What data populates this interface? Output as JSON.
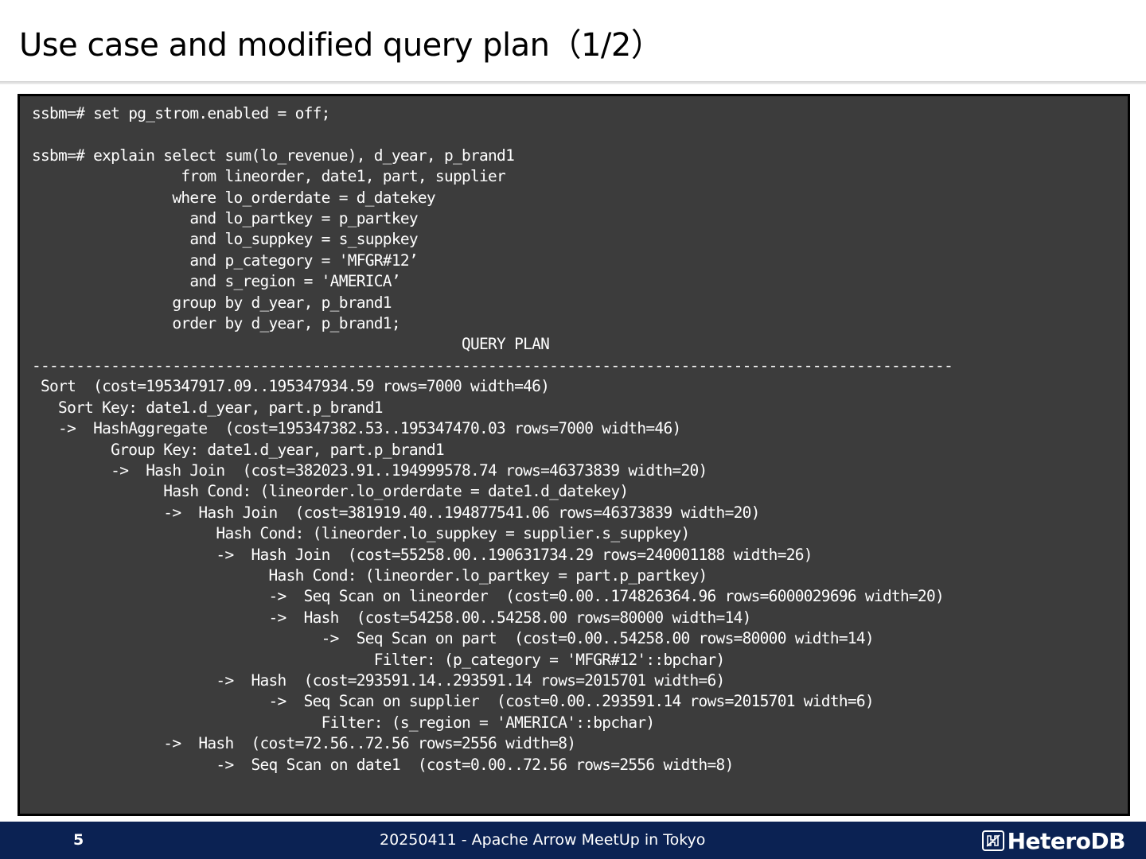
{
  "slide": {
    "title": "Use case and modified query plan（1/2）",
    "page_number": "5",
    "footer_text": "20250411 - Apache Arrow MeetUp in Tokyo",
    "logo_text": "HeteroDB",
    "logo_icon": "heterodb-logo-icon"
  },
  "terminal": {
    "lines": [
      "ssbm=# set pg_strom.enabled = off;",
      "",
      "ssbm=# explain select sum(lo_revenue), d_year, p_brand1",
      "                 from lineorder, date1, part, supplier",
      "                where lo_orderdate = d_datekey",
      "                  and lo_partkey = p_partkey",
      "                  and lo_suppkey = s_suppkey",
      "                  and p_category = 'MFGR#12’",
      "                  and s_region = 'AMERICA’",
      "                group by d_year, p_brand1",
      "                order by d_year, p_brand1;",
      "                                                 QUERY PLAN",
      "---------------------------------------------------------------------------------------------------------",
      " Sort  (cost=195347917.09..195347934.59 rows=7000 width=46)",
      "   Sort Key: date1.d_year, part.p_brand1",
      "   ->  HashAggregate  (cost=195347382.53..195347470.03 rows=7000 width=46)",
      "         Group Key: date1.d_year, part.p_brand1",
      "         ->  Hash Join  (cost=382023.91..194999578.74 rows=46373839 width=20)",
      "               Hash Cond: (lineorder.lo_orderdate = date1.d_datekey)",
      "               ->  Hash Join  (cost=381919.40..194877541.06 rows=46373839 width=20)",
      "                     Hash Cond: (lineorder.lo_suppkey = supplier.s_suppkey)",
      "                     ->  Hash Join  (cost=55258.00..190631734.29 rows=240001188 width=26)",
      "                           Hash Cond: (lineorder.lo_partkey = part.p_partkey)",
      "                           ->  Seq Scan on lineorder  (cost=0.00..174826364.96 rows=6000029696 width=20)",
      "                           ->  Hash  (cost=54258.00..54258.00 rows=80000 width=14)",
      "                                 ->  Seq Scan on part  (cost=0.00..54258.00 rows=80000 width=14)",
      "                                       Filter: (p_category = 'MFGR#12'::bpchar)",
      "                     ->  Hash  (cost=293591.14..293591.14 rows=2015701 width=6)",
      "                           ->  Seq Scan on supplier  (cost=0.00..293591.14 rows=2015701 width=6)",
      "                                 Filter: (s_region = 'AMERICA'::bpchar)",
      "               ->  Hash  (cost=72.56..72.56 rows=2556 width=8)",
      "                     ->  Seq Scan on date1  (cost=0.00..72.56 rows=2556 width=8)"
    ]
  }
}
